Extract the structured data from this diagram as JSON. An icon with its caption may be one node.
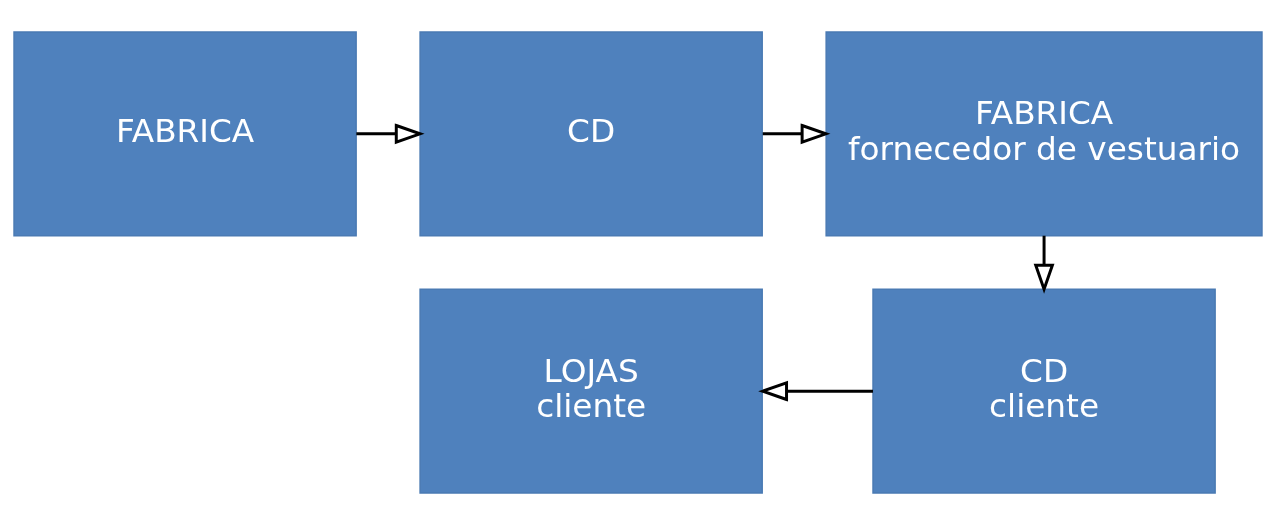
{
  "diagram": {
    "nodes": [
      {
        "text": [
          "FABRICA"
        ]
      },
      {
        "text": [
          "CD"
        ]
      },
      {
        "text": [
          "FABRICA",
          "fornecedor de vestuario"
        ]
      },
      {
        "text": [
          "CD",
          "cliente"
        ]
      },
      {
        "text": [
          "LOJAS",
          "cliente"
        ]
      }
    ],
    "edges": [
      {
        "from": 0,
        "to": 1,
        "arrow": "to"
      },
      {
        "from": 1,
        "to": 2,
        "arrow": "to"
      },
      {
        "from": 2,
        "to": 3,
        "arrow": "to"
      },
      {
        "from": 3,
        "to": 4,
        "arrow": "to"
      }
    ]
  }
}
